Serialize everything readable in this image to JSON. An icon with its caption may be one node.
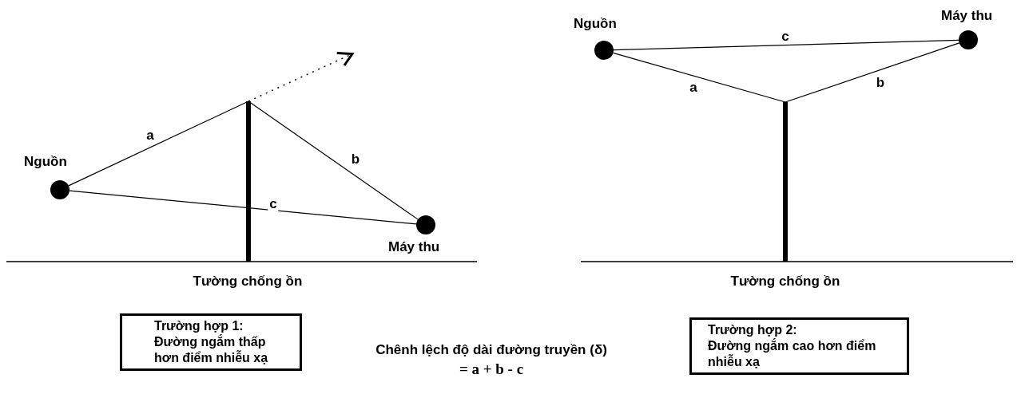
{
  "diagram": {
    "nodes": [
      {
        "text": [],
        "shape": "circle",
        "beside": [
          "Nguồn"
        ]
      },
      {
        "text": [],
        "shape": "bar",
        "beside": [
          "Tường chống ồn"
        ]
      },
      {
        "text": [],
        "shape": "circle",
        "beside": [
          "Máy thu"
        ]
      },
      {
        "text": [],
        "shape": "circle",
        "beside": [
          "Nguồn"
        ]
      },
      {
        "text": [],
        "shape": "bar",
        "beside": [
          "Tường chống ồn"
        ]
      },
      {
        "text": [],
        "shape": "circle",
        "beside": [
          "Máy thu"
        ]
      },
      {
        "text": [
          "Trường hợp 1:",
          "Đường ngắm thấp hơn điểm nhiễu xạ"
        ]
      },
      {
        "text": [
          "Trường hợp 2:",
          "Đường ngắm cao hơn điểm nhiễu xạ"
        ]
      }
    ],
    "edges": [
      {
        "from": 0,
        "to": 1,
        "arrow": "none",
        "label": "a"
      },
      {
        "from": 1,
        "to": 2,
        "arrow": "none",
        "label": "b"
      },
      {
        "from": 0,
        "to": 2,
        "arrow": "none",
        "label": "c"
      },
      {
        "from": 1,
        "to": null,
        "arrow": "to",
        "style": "dashed"
      },
      {
        "from": 3,
        "to": 4,
        "arrow": "none",
        "label": "a"
      },
      {
        "from": 4,
        "to": 5,
        "arrow": "none",
        "label": "b"
      },
      {
        "from": 3,
        "to": 5,
        "arrow": "none",
        "label": "c"
      }
    ],
    "labels": [
      "Chênh lệch độ dài đường truyền (δ)",
      "= a + b - c"
    ]
  }
}
